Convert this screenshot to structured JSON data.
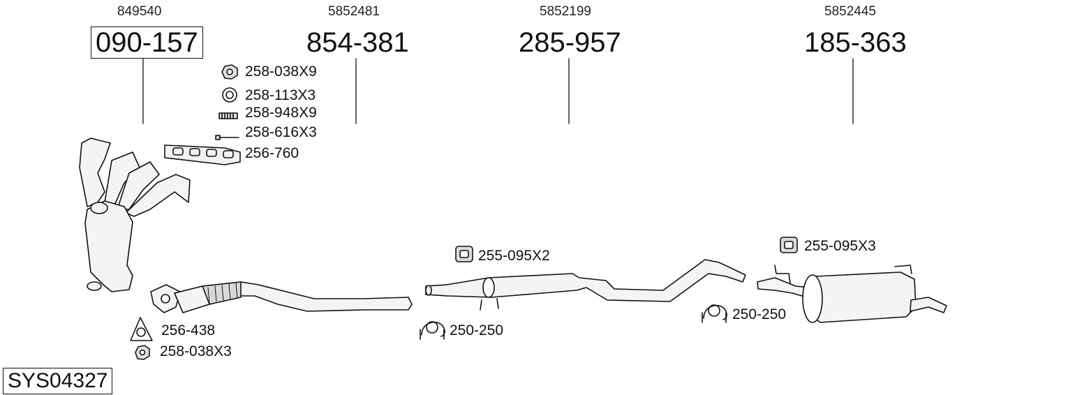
{
  "parts": [
    {
      "oe": "849540",
      "number": "090-157"
    },
    {
      "oe": "5852481",
      "number": "854-381"
    },
    {
      "oe": "5852199",
      "number": "285-957"
    },
    {
      "oe": "5852445",
      "number": "185-363"
    }
  ],
  "accessories": {
    "nut_x9": "258-038X9",
    "ring_x3": "258-113X3",
    "spring_x9": "258-948X9",
    "bolt_x3": "258-616X3",
    "manifold_gasket": "256-760",
    "flange_gasket": "256-438",
    "nut_x3": "258-038X3",
    "clamp_front": "250-250",
    "hanger_x2": "255-095X2",
    "clamp_rear": "250-250",
    "hanger_x3": "255-095X3"
  },
  "system_code": "SYS04327"
}
